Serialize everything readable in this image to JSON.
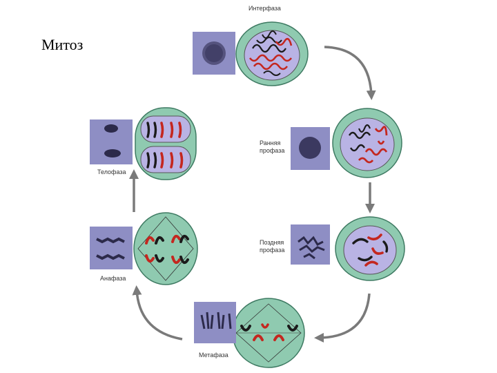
{
  "slide": {
    "title": "Митоз"
  },
  "phases": {
    "interphase": "Интерфаза",
    "early_prophase_1": "Ранняя",
    "early_prophase_2": "профаза",
    "late_prophase_1": "Поздняя",
    "late_prophase_2": "профаза",
    "metaphase": "Метафаза",
    "anaphase": "Анафаза",
    "telophase": "Телофаза"
  },
  "colors": {
    "cell_outer": "#8fcab0",
    "cell_inner": "#b9b3e4",
    "chrom_red": "#c4271f",
    "chrom_black": "#1b1b1b",
    "photo_bg": "#8e8ec4",
    "arrow": "#7a7a7a"
  }
}
